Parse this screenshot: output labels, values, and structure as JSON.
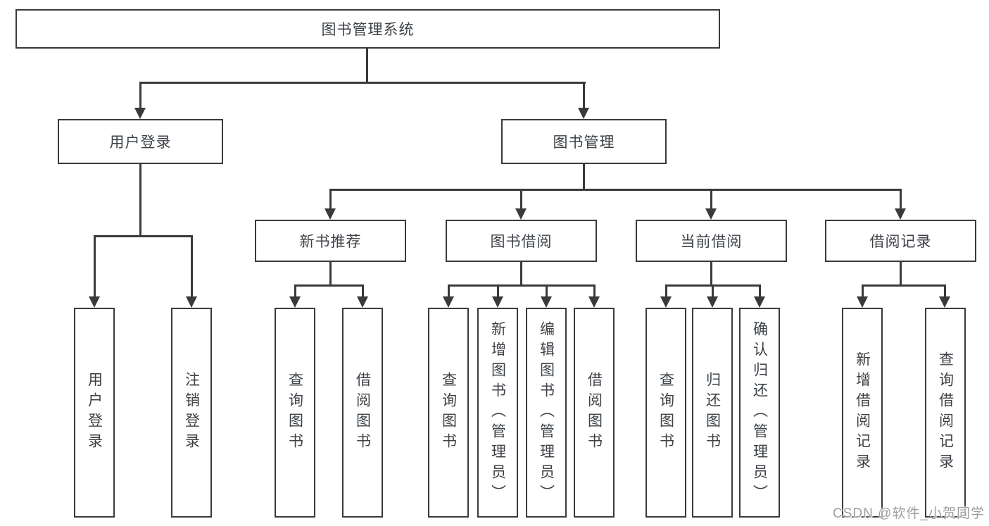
{
  "diagram": {
    "root": {
      "label": "图书管理系统"
    },
    "level2": [
      {
        "label": "用户登录"
      },
      {
        "label": "图书管理"
      }
    ],
    "level3": [
      {
        "label": "新书推荐"
      },
      {
        "label": "图书借阅"
      },
      {
        "label": "当前借阅"
      },
      {
        "label": "借阅记录"
      }
    ],
    "leaves": [
      {
        "label": "用户登录"
      },
      {
        "label": "注销登录"
      },
      {
        "label": "查询图书"
      },
      {
        "label": "借阅图书"
      },
      {
        "label": "查询图书"
      },
      {
        "label": "新增图书（管理员）"
      },
      {
        "label": "编辑图书（管理员）"
      },
      {
        "label": "借阅图书"
      },
      {
        "label": "查询图书"
      },
      {
        "label": "归还图书"
      },
      {
        "label": "确认归还（管理员）"
      },
      {
        "label": "新增借阅记录"
      },
      {
        "label": "查询借阅记录"
      }
    ],
    "watermark": "CSDN @软件_小贺同学",
    "colors": {
      "line": "#3a3a3a",
      "text": "#3d4247",
      "watermark": "#9e9e9e",
      "background": "#ffffff"
    }
  }
}
